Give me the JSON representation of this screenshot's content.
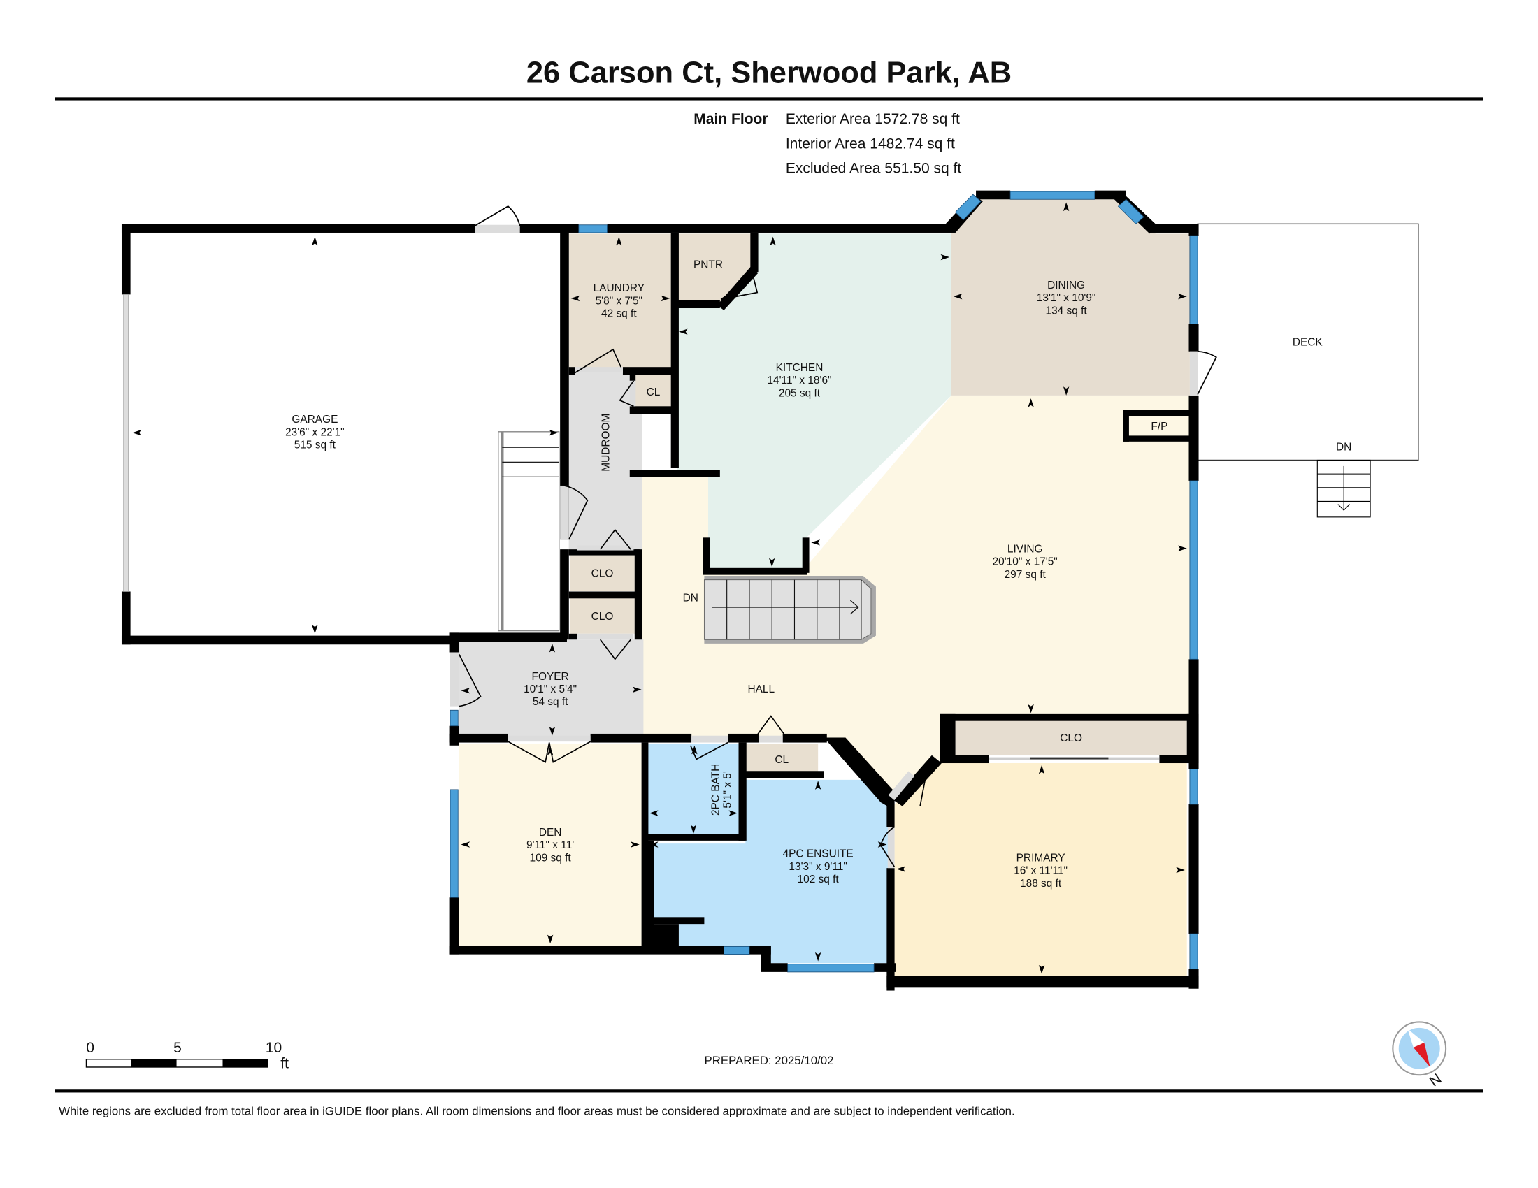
{
  "header": {
    "title": "26 Carson Ct, Sherwood Park, AB",
    "floor_label": "Main Floor",
    "exterior_area": "Exterior Area 1572.78 sq ft",
    "interior_area": "Interior Area 1482.74 sq ft",
    "excluded_area": "Excluded Area 551.50 sq ft"
  },
  "colors": {
    "wall": "#000000",
    "window": "#4a9fd8",
    "door": "#dcdcdc",
    "beige_room": "#e8dfd0",
    "kitchen": "#e4f1ec",
    "living_hall": "#fdf7e4",
    "primary": "#fdf0cf",
    "bath": "#bde3fa",
    "foyer_mudroom": "#e0e0e0",
    "excluded": "#ffffff"
  },
  "rooms": {
    "garage": {
      "name": "GARAGE",
      "dims": "23'6\" x 22'1\"",
      "area": "515 sq ft"
    },
    "laundry": {
      "name": "LAUNDRY",
      "dims": "5'8\" x 7'5\"",
      "area": "42 sq ft"
    },
    "pantry": {
      "name": "PNTR"
    },
    "kitchen": {
      "name": "KITCHEN",
      "dims": "14'11\" x 18'6\"",
      "area": "205 sq ft"
    },
    "dining": {
      "name": "DINING",
      "dims": "13'1\" x 10'9\"",
      "area": "134 sq ft"
    },
    "deck": {
      "name": "DECK",
      "stairs_label": "DN"
    },
    "mudroom": {
      "name": "MUDROOM"
    },
    "mud_closet": {
      "name": "CL"
    },
    "closet_1": {
      "name": "CLO"
    },
    "closet_2": {
      "name": "CLO"
    },
    "fireplace": {
      "name": "F/P"
    },
    "living": {
      "name": "LIVING",
      "dims": "20'10\" x 17'5\"",
      "area": "297 sq ft"
    },
    "stairs": {
      "label": "DN"
    },
    "foyer": {
      "name": "FOYER",
      "dims": "10'1\" x 5'4\"",
      "area": "54 sq ft"
    },
    "hall": {
      "name": "HALL"
    },
    "hall_closet": {
      "name": "CL"
    },
    "primary_closet": {
      "name": "CLO"
    },
    "den": {
      "name": "DEN",
      "dims": "9'11\" x 11'",
      "area": "109 sq ft"
    },
    "bath2": {
      "name": "2PC BATH",
      "dims": "5'1\" x 5'"
    },
    "ensuite": {
      "name": "4PC ENSUITE",
      "dims": "13'3\" x 9'11\"",
      "area": "102 sq ft"
    },
    "primary": {
      "name": "PRIMARY",
      "dims": "16' x 11'11\"",
      "area": "188 sq ft"
    }
  },
  "scale_bar": {
    "tick_0": "0",
    "tick_5": "5",
    "tick_10": "10",
    "unit": "ft"
  },
  "prepared": "PREPARED: 2025/10/02",
  "compass": {
    "label": "N"
  },
  "footer": {
    "disclaimer": "White regions are excluded from total floor area in iGUIDE floor plans. All room dimensions and floor areas must be considered approximate and are subject to independent verification."
  }
}
